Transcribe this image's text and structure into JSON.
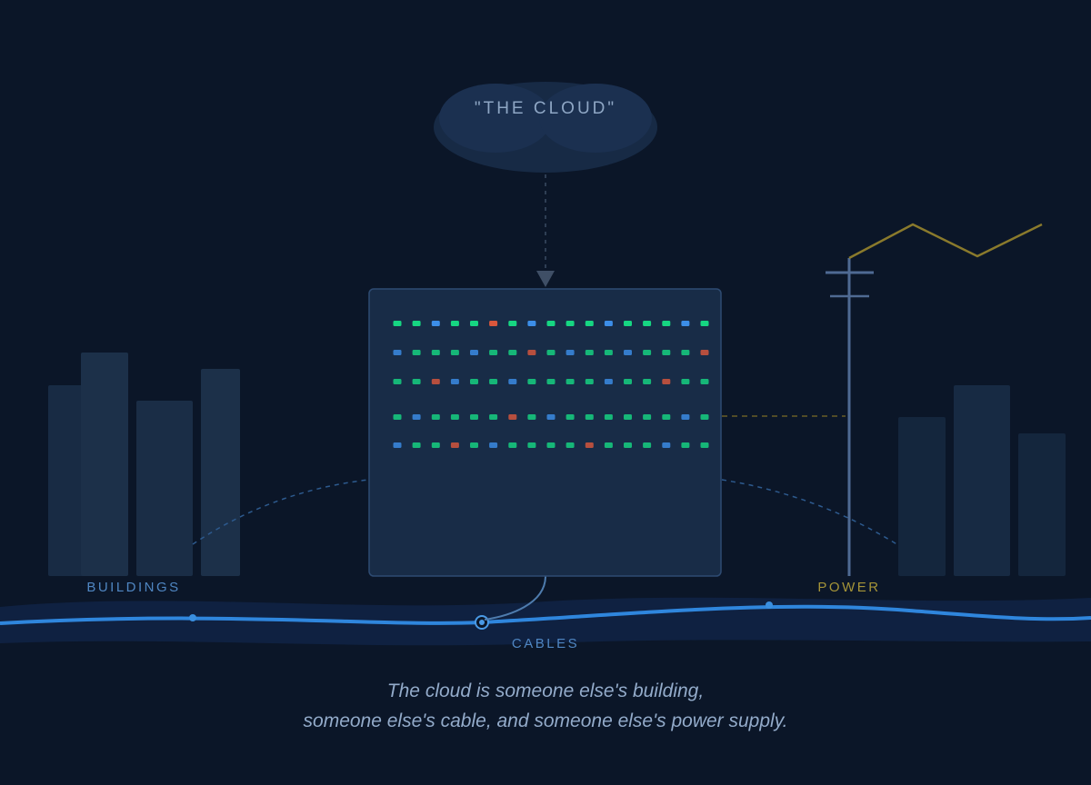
{
  "cloud": {
    "label": "\"THE CLOUD\""
  },
  "labels": {
    "buildings": "BUILDINGS",
    "power": "POWER",
    "cables": "CABLES"
  },
  "caption": {
    "line1": "The cloud is someone else's building,",
    "line2": "someone else's cable, and someone else's power supply."
  },
  "server_leds": [
    [
      "g",
      "g",
      "b",
      "g",
      "g",
      "r",
      "g",
      "b",
      "g",
      "g",
      "g",
      "b",
      "g",
      "g",
      "g",
      "b",
      "g"
    ],
    [
      "b",
      "g",
      "g",
      "g",
      "b",
      "g",
      "g",
      "r",
      "g",
      "b",
      "g",
      "g",
      "b",
      "g",
      "g",
      "g",
      "r"
    ],
    [
      "g",
      "g",
      "r",
      "b",
      "g",
      "g",
      "b",
      "g",
      "g",
      "g",
      "g",
      "b",
      "g",
      "g",
      "r",
      "g",
      "g"
    ],
    [
      "g",
      "b",
      "g",
      "g",
      "g",
      "g",
      "r",
      "g",
      "b",
      "g",
      "g",
      "g",
      "g",
      "g",
      "g",
      "b",
      "g"
    ],
    [
      "b",
      "g",
      "g",
      "r",
      "g",
      "b",
      "g",
      "g",
      "g",
      "g",
      "r",
      "g",
      "g",
      "g",
      "b",
      "g",
      "g"
    ]
  ],
  "colors": {
    "background": "#0b1628",
    "cloud": "#1b3050",
    "server_box": "#182c47",
    "building_left": "#1a2d47",
    "building_right": "#14263d",
    "cable": "#2f86dd",
    "power_line": "#8a7a2c",
    "pole": "#4f6a93",
    "led_green": "#16d682",
    "led_blue": "#3c8ee8",
    "led_red": "#d9573c"
  }
}
